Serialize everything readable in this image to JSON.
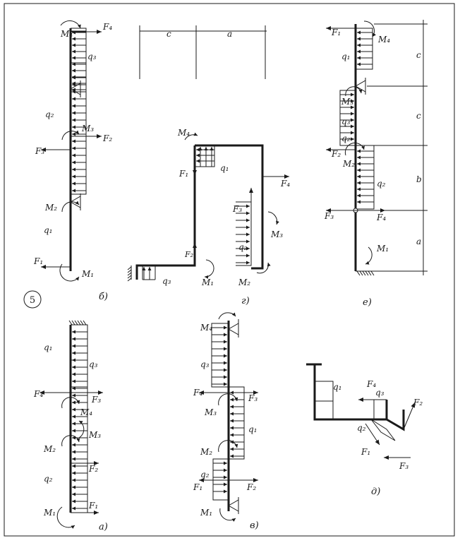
{
  "sheet_number": "5",
  "labels": {
    "a": "а)",
    "b": "б)",
    "v": "в)",
    "g": "г)",
    "d": "д)",
    "e": "е)"
  },
  "symbols": {
    "F1": "F₁",
    "F2": "F₂",
    "F3": "F₃",
    "F4": "F₄",
    "M1": "M₁",
    "M2": "M₂",
    "M3": "M₃",
    "M4": "M₄",
    "q1": "q₁",
    "q2": "q₂",
    "q3": "q₃"
  },
  "dims": {
    "a": "a",
    "b": "b",
    "c": "c"
  }
}
